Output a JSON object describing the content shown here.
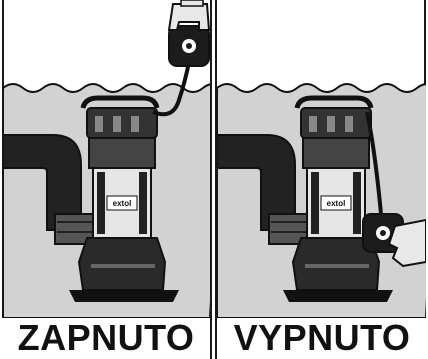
{
  "panels": [
    {
      "state": "on",
      "caption": "ZAPNUTO"
    },
    {
      "state": "off",
      "caption": "VYPNUTO"
    }
  ],
  "pump": {
    "brand_label": "extol",
    "model_label": ""
  },
  "colors": {
    "water": "#d2d2d2",
    "outline": "#111111",
    "background": "#ffffff"
  },
  "icons": [
    "pump-icon",
    "float-switch-icon",
    "hand-icon",
    "discharge-pipe-icon"
  ]
}
